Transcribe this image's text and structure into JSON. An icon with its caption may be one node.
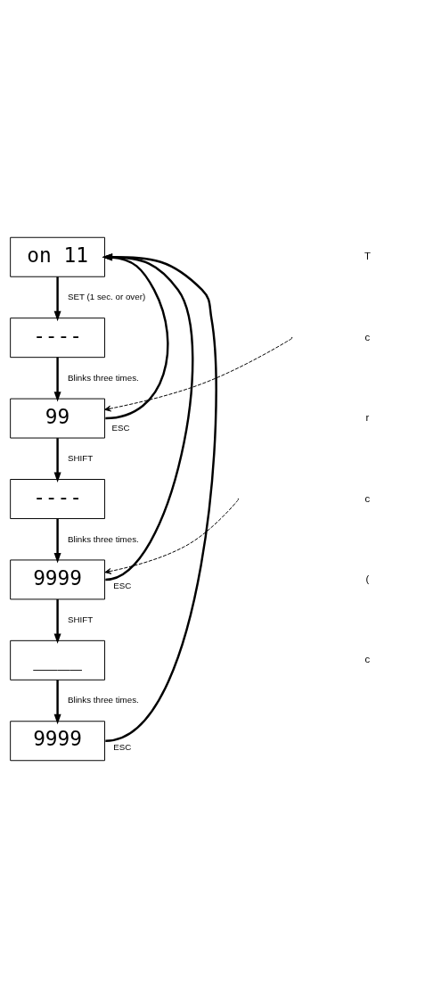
{
  "diagram": {
    "nodes": [
      {
        "text": [
          "on 11"
        ]
      },
      {
        "text": [
          "----"
        ]
      },
      {
        "text": [
          "99"
        ]
      },
      {
        "text": [
          "----"
        ]
      },
      {
        "text": [
          "9999"
        ]
      },
      {
        "text": [
          "____"
        ]
      },
      {
        "text": [
          "9999"
        ]
      }
    ],
    "edges": [
      {
        "from": 0,
        "to": 1,
        "arrow": "to",
        "label": "SET (1 sec. or over)"
      },
      {
        "from": 1,
        "to": 2,
        "arrow": "to",
        "label": "Blinks three times."
      },
      {
        "from": 2,
        "to": 0,
        "arrow": "to",
        "label": "ESC"
      },
      {
        "from": null,
        "to": 2,
        "arrow": "to",
        "style": "dashed"
      },
      {
        "from": 2,
        "to": 3,
        "arrow": "to",
        "label": "SHIFT"
      },
      {
        "from": 3,
        "to": 4,
        "arrow": "to",
        "label": "Blinks three times."
      },
      {
        "from": 4,
        "to": 0,
        "arrow": "to",
        "label": "ESC"
      },
      {
        "from": null,
        "to": 4,
        "arrow": "to",
        "style": "dashed"
      },
      {
        "from": 4,
        "to": 5,
        "arrow": "to",
        "label": "SHIFT"
      },
      {
        "from": 5,
        "to": 6,
        "arrow": "to",
        "label": "Blinks three times."
      },
      {
        "from": 6,
        "to": 0,
        "arrow": "to",
        "label": "ESC"
      }
    ],
    "labels": [
      "T",
      "c",
      "r",
      "c",
      "(",
      "c"
    ]
  }
}
